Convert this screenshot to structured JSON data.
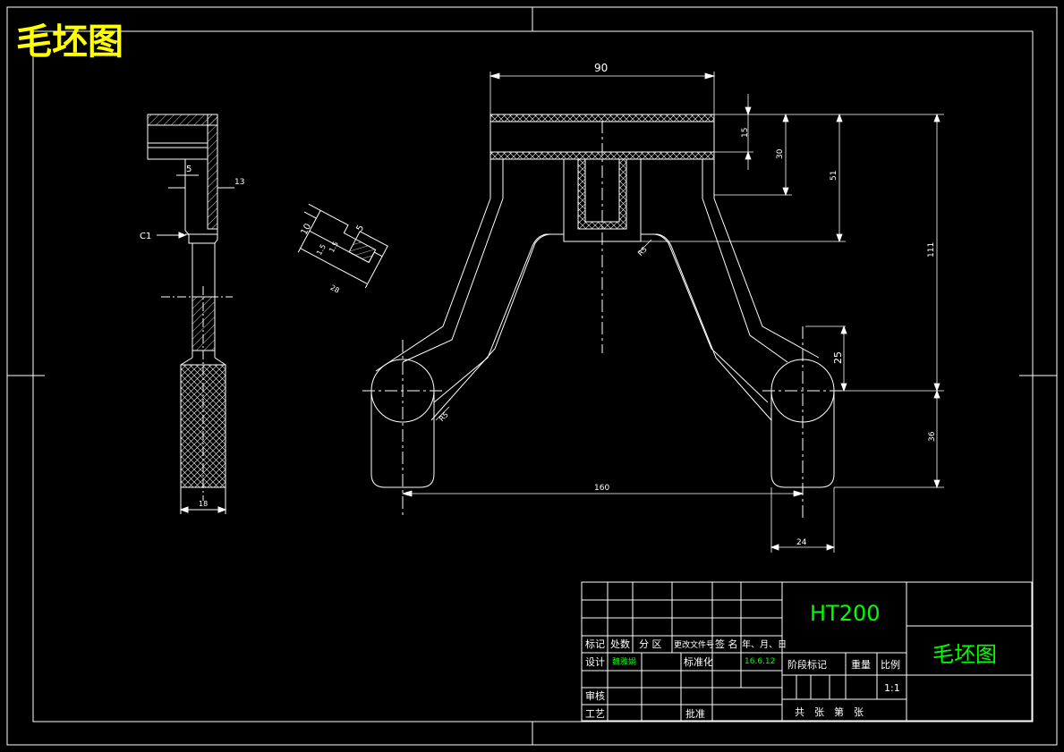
{
  "drawing_title": "毛坯图",
  "material": "HT200",
  "title_block": {
    "part_name": "毛坯图",
    "headers": {
      "mark": "标记",
      "count": "处数",
      "zone": "分 区",
      "change_doc": "更改文件号",
      "sign": "签 名",
      "date": "年、月、日"
    },
    "rows": {
      "design": "设计",
      "designer": "魏雅娟",
      "standardize": "标准化",
      "date_value": "16.6.12",
      "review": "审核",
      "process": "工艺",
      "approve": "批准"
    },
    "stage_mark": "阶段标记",
    "weight": "重量",
    "scale_label": "比例",
    "scale_value": "1:1",
    "sheets": "共　张　第　张"
  },
  "dimensions": {
    "top_width": "90",
    "d15": "15",
    "d30": "30",
    "d51": "51",
    "d111": "111",
    "d25": "25",
    "d36": "36",
    "d160": "160",
    "d24": "24",
    "r_inner": "R5",
    "r_lower": "R5",
    "side_5": "5",
    "side_13": "13",
    "side_c1": "C1",
    "side_18": "18",
    "detail_10": "10",
    "detail_5": "5",
    "detail_1a": "1.5",
    "detail_1b": "1.5",
    "detail_28": "28"
  },
  "colors": {
    "lines": "#ffffff",
    "title_yellow": "#ffff00",
    "green": "#00ff00",
    "background": "#000000"
  }
}
